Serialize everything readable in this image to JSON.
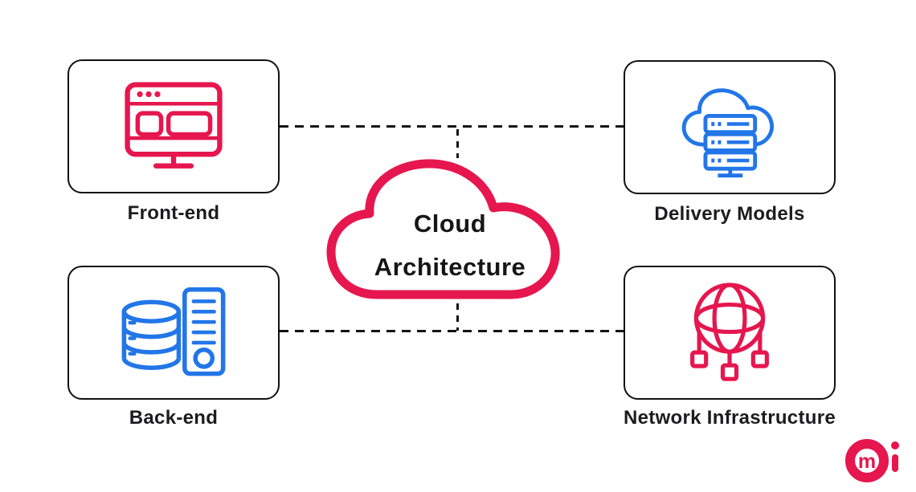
{
  "diagram": {
    "title_line1": "Cloud",
    "title_line2": "Architecture"
  },
  "nodes": [
    {
      "id": "front-end",
      "label": "Front-end",
      "icon": "browser-window-icon",
      "icon_color": "#E6164E",
      "position": "top-left"
    },
    {
      "id": "delivery-models",
      "label": "Delivery Models",
      "icon": "cloud-servers-icon",
      "icon_color": "#2276E8",
      "position": "top-right"
    },
    {
      "id": "back-end",
      "label": "Back-end",
      "icon": "database-server-icon",
      "icon_color": "#2276E8",
      "position": "bottom-left"
    },
    {
      "id": "network-infrastructure",
      "label": "Network Infrastructure",
      "icon": "globe-network-icon",
      "icon_color": "#E6164E",
      "position": "bottom-right"
    }
  ],
  "colors": {
    "accent_pink": "#E6164E",
    "accent_blue": "#2276E8",
    "text": "#1C1C1E",
    "line": "#141414",
    "background": "#FFFFFF"
  },
  "connectors": {
    "style": "dashed",
    "links": [
      "front-end — delivery-models",
      "back-end — network-infrastructure",
      "center cloud joins both rows"
    ]
  },
  "logo": {
    "name": "mi-brand-logo",
    "color": "#E6164E"
  }
}
